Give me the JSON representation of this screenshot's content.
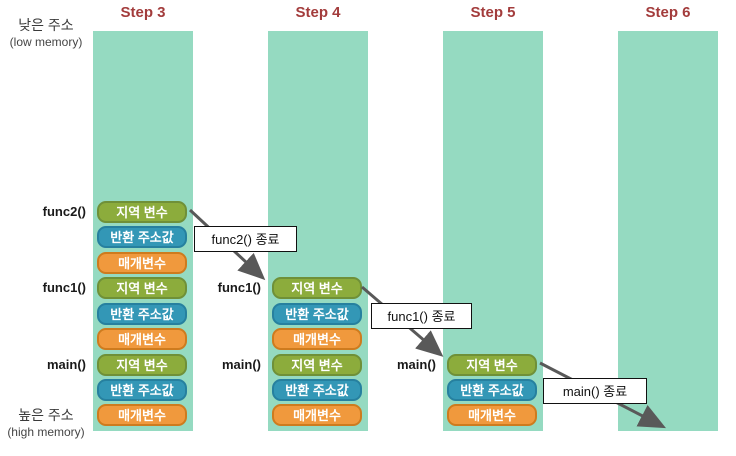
{
  "memory_labels": {
    "low": {
      "ko": "낮은 주소",
      "en": "(low memory)"
    },
    "high": {
      "ko": "높은 주소",
      "en": "(high memory)"
    }
  },
  "columns": [
    {
      "title": "Step 3",
      "functions": [
        {
          "name": "func2()",
          "boxes": [
            "지역 변수",
            "반환 주소값",
            "매개변수"
          ]
        },
        {
          "name": "func1()",
          "boxes": [
            "지역 변수",
            "반환 주소값",
            "매개변수"
          ]
        },
        {
          "name": "main()",
          "boxes": [
            "지역 변수",
            "반환 주소값",
            "매개변수"
          ]
        }
      ]
    },
    {
      "title": "Step 4",
      "functions": [
        {
          "name": "func1()",
          "boxes": [
            "지역 변수",
            "반환 주소값",
            "매개변수"
          ]
        },
        {
          "name": "main()",
          "boxes": [
            "지역 변수",
            "반환 주소값",
            "매개변수"
          ]
        }
      ]
    },
    {
      "title": "Step 5",
      "functions": [
        {
          "name": "main()",
          "boxes": [
            "지역 변수",
            "반환 주소값",
            "매개변수"
          ]
        }
      ]
    },
    {
      "title": "Step 6",
      "functions": []
    }
  ],
  "arrows": [
    {
      "label": "func2() 종료"
    },
    {
      "label": "func1() 종료"
    },
    {
      "label": "main() 종료"
    }
  ],
  "colors": {
    "memory_column": "#95DAC1",
    "step_title": "#A33C3C",
    "local_fill": "#8CAC3C",
    "local_border": "#6F9038",
    "return_fill": "#3397B6",
    "return_border": "#26809F",
    "param_fill": "#F0993D",
    "param_border": "#CE7B1E",
    "arrow": "#595959",
    "label_box_border": "#111111",
    "box_text": "#FFFFFF"
  }
}
